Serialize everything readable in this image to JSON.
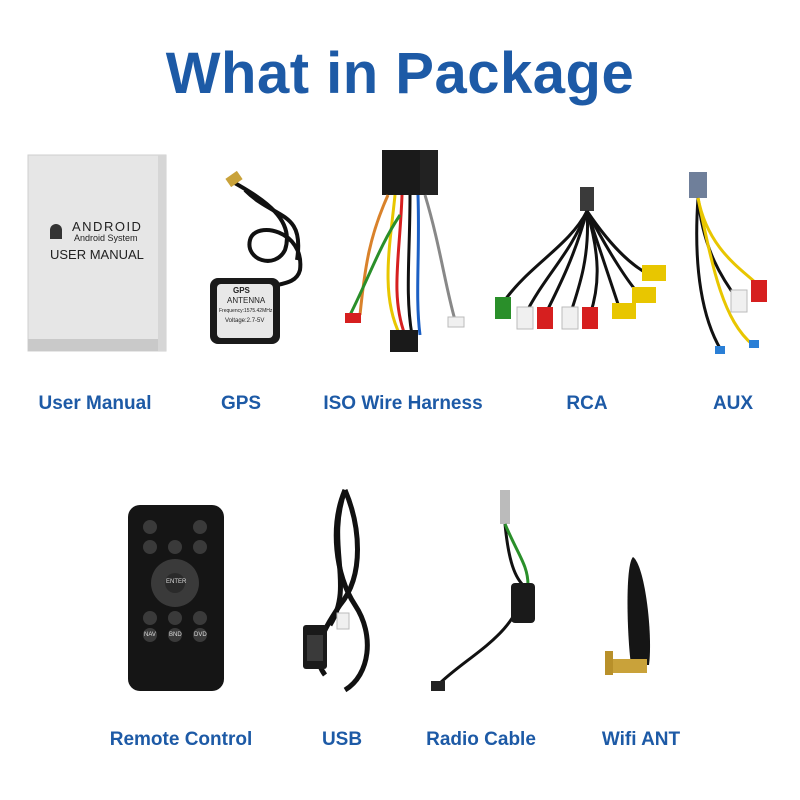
{
  "title": "What in Package",
  "accent_color": "#1d5aa6",
  "items": [
    {
      "label": "User Manual",
      "icon": "user-manual-icon"
    },
    {
      "label": "GPS",
      "icon": "gps-antenna-icon"
    },
    {
      "label": "ISO Wire Harness",
      "icon": "iso-wire-harness-icon"
    },
    {
      "label": "RCA",
      "icon": "rca-cable-icon"
    },
    {
      "label": "AUX",
      "icon": "aux-cable-icon"
    },
    {
      "label": "Remote Control",
      "icon": "remote-control-icon"
    },
    {
      "label": "USB",
      "icon": "usb-cable-icon"
    },
    {
      "label": "Radio Cable",
      "icon": "radio-cable-icon"
    },
    {
      "label": "Wifi ANT",
      "icon": "wifi-antenna-icon"
    }
  ],
  "manual": {
    "brand": "ANDROID",
    "subtitle": "Android System",
    "heading": "USER MANUAL"
  },
  "gps": {
    "brand": "GPS",
    "line1": "ANTENNA",
    "line2": "Frequency:1575.42MHz",
    "line3": "Voltage:2.7-5V"
  },
  "remote": {
    "enter": "ENTER",
    "nav": "NAV",
    "band": "BND",
    "dvd": "DVD"
  }
}
